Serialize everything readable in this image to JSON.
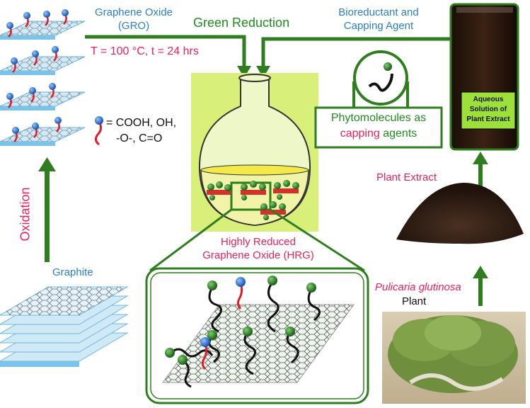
{
  "labels": {
    "graphene_oxide": [
      "Graphene Oxide",
      "(GRO)"
    ],
    "green_reduction": "Green Reduction",
    "bioreductant": [
      "Bioreductant and",
      "Capping Agent"
    ],
    "conditions": "T = 100 °C, t = 24 hrs",
    "functional_groups": [
      "= COOH, OH,",
      "-O-, C=O"
    ],
    "oxidation": "Oxidation",
    "graphite": "Graphite",
    "aqueous_solution": [
      "Aqueous",
      "Solution of",
      "Plant Extract"
    ],
    "phytomolecules": {
      "line1": "Phytomolecules as",
      "capping": "capping",
      "agents": "agents"
    },
    "plant_extract": "Plant Extract",
    "hrg": [
      "Highly Reduced",
      "Graphene Oxide (HRG)"
    ],
    "plant_species": "Pulicaria glutinosa",
    "plant": "Plant"
  },
  "colors": {
    "arrow_green": "#2e7d1e",
    "label_blue": "#2a7fc6",
    "label_pink": "#e8215a",
    "flask_bg": "#d8f07a",
    "sheet_blue": "#9dd3f0",
    "chain_red": "#e01e2a",
    "sphere_blue": "#1f6fd1",
    "sphere_green": "#2f7d2a",
    "extract_brown": "#3a2418"
  },
  "icons": [
    "graphene-oxide-stack-icon",
    "graphite-stack-icon",
    "round-bottom-flask-icon",
    "phytomolecule-icon",
    "vial-icon",
    "plant-extract-powder-icon",
    "plant-photo-icon",
    "hrg-sheet-icon",
    "functional-group-icon"
  ]
}
